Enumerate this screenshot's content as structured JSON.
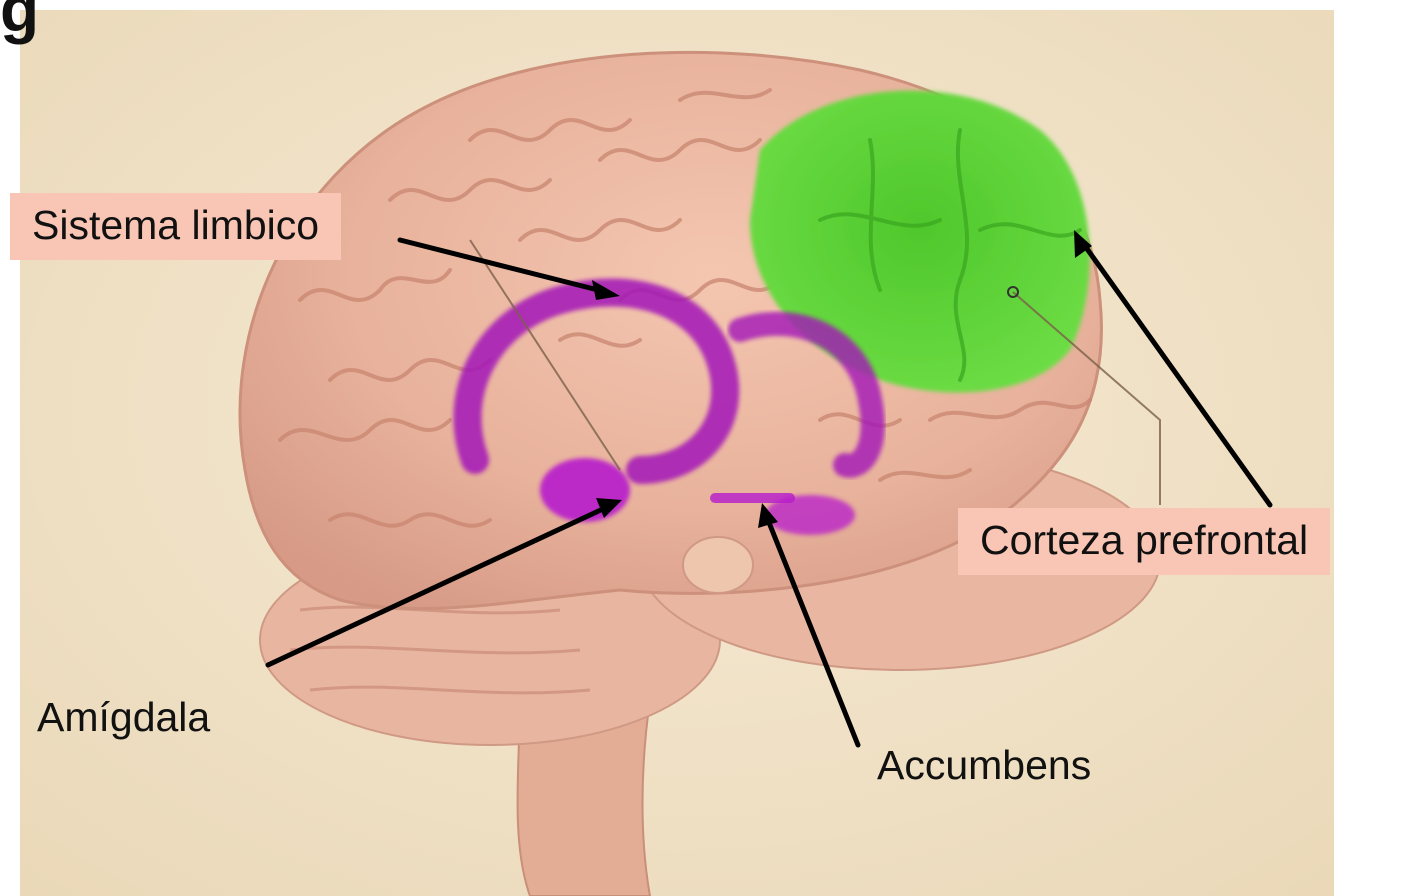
{
  "header": {
    "fragment": "g"
  },
  "labels": {
    "limbic": "Sistema limbico",
    "prefrontal": "Corteza prefrontal",
    "amygdala": "Amígdala",
    "accumbens": "Accumbens"
  },
  "colors": {
    "background": "#f0e2c8",
    "brain": "#e9b49d",
    "limbic": "#a316b8",
    "prefrontal": "#5ed23a",
    "label_box": "#f9c6b6"
  }
}
